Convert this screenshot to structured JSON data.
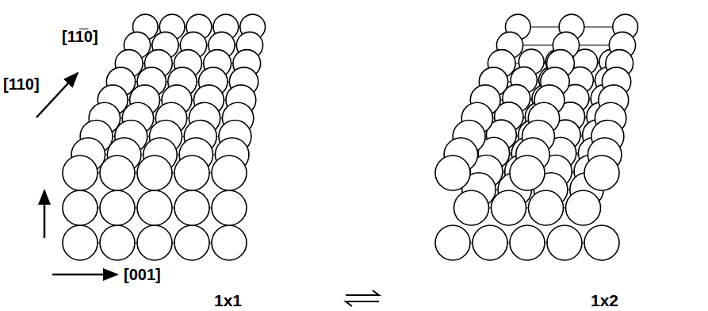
{
  "diagram": {
    "labels": [
      "[11̅0]",
      "[110]",
      "[001]",
      "1x1",
      "1x2"
    ]
  }
}
